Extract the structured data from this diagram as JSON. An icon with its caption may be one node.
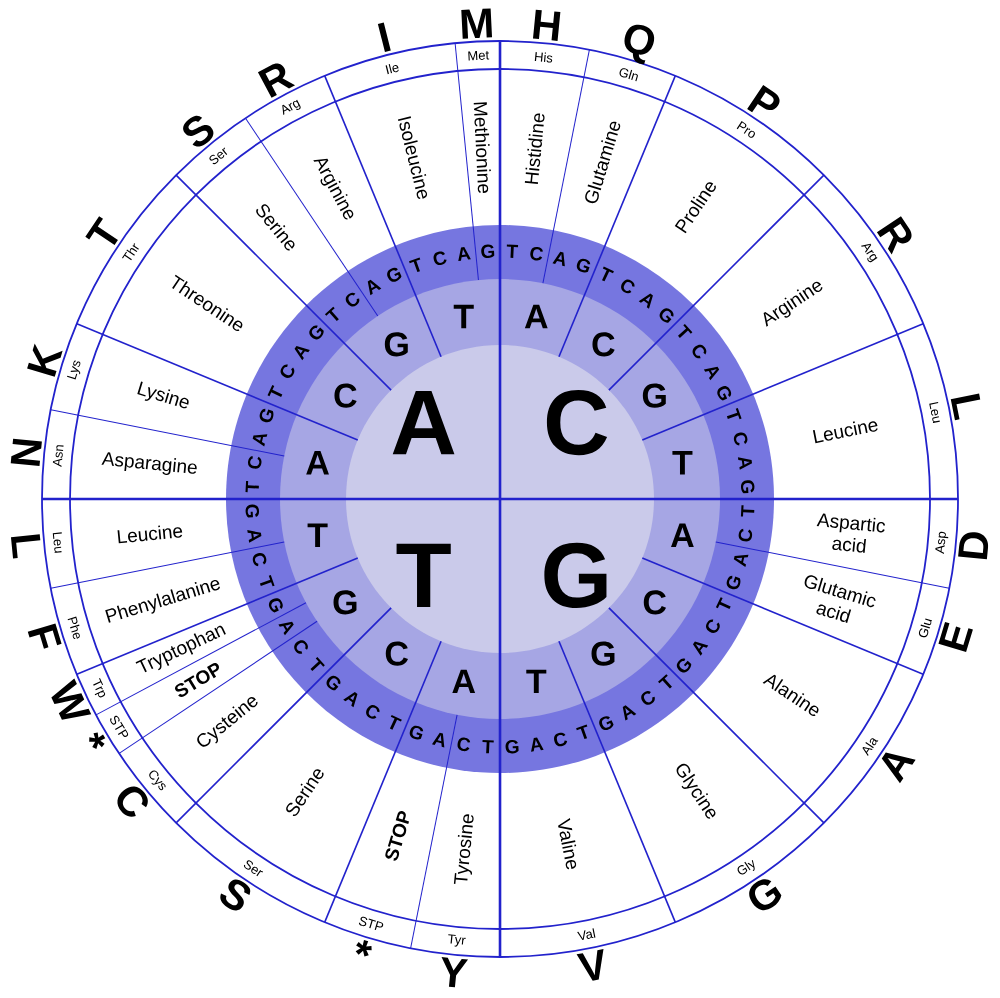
{
  "diagram": {
    "labels": [
      "C",
      "G",
      "T",
      "A",
      "A",
      "C",
      "G",
      "T",
      "A",
      "C",
      "G",
      "T",
      "A",
      "C",
      "G",
      "T",
      "A",
      "C",
      "G",
      "T",
      "T",
      "C",
      "A",
      "G",
      "T",
      "C",
      "A",
      "G",
      "T",
      "C",
      "A",
      "G",
      "T",
      "C",
      "A",
      "G",
      "T",
      "C",
      "A",
      "G",
      "T",
      "C",
      "A",
      "G",
      "T",
      "C",
      "A",
      "G",
      "T",
      "C",
      "A",
      "G",
      "T",
      "C",
      "A",
      "G",
      "T",
      "C",
      "A",
      "G",
      "T",
      "C",
      "A",
      "G",
      "T",
      "C",
      "A",
      "G",
      "T",
      "C",
      "A",
      "G",
      "T",
      "C",
      "A",
      "G",
      "T",
      "C",
      "A",
      "G",
      "T",
      "C",
      "A",
      "G",
      "Histidine",
      "Glutamine",
      "Proline",
      "Arginine",
      "Leucine",
      "Aspartic acid",
      "Glutamic acid",
      "Alanine",
      "Glycine",
      "Valine",
      "Tyrosine",
      "STOP",
      "Serine",
      "Cysteine",
      "STOP",
      "Tryptophan",
      "Phenylalanine",
      "Leucine",
      "Asparagine",
      "Lysine",
      "Threonine",
      "Serine",
      "Arginine",
      "Isoleucine",
      "Methionine",
      "His",
      "Gln",
      "Pro",
      "Arg",
      "Leu",
      "Asp",
      "Glu",
      "Ala",
      "Gly",
      "Val",
      "Tyr",
      "STP",
      "Ser",
      "Cys",
      "STP",
      "Trp",
      "Phe",
      "Leu",
      "Asn",
      "Lys",
      "Thr",
      "Ser",
      "Arg",
      "Ile",
      "Met",
      "H",
      "Q",
      "P",
      "R",
      "L",
      "D",
      "E",
      "A",
      "G",
      "V",
      "Y",
      "*",
      "S",
      "C",
      "*",
      "W",
      "F",
      "L",
      "N",
      "K",
      "T",
      "S",
      "R",
      "I",
      "M"
    ]
  }
}
